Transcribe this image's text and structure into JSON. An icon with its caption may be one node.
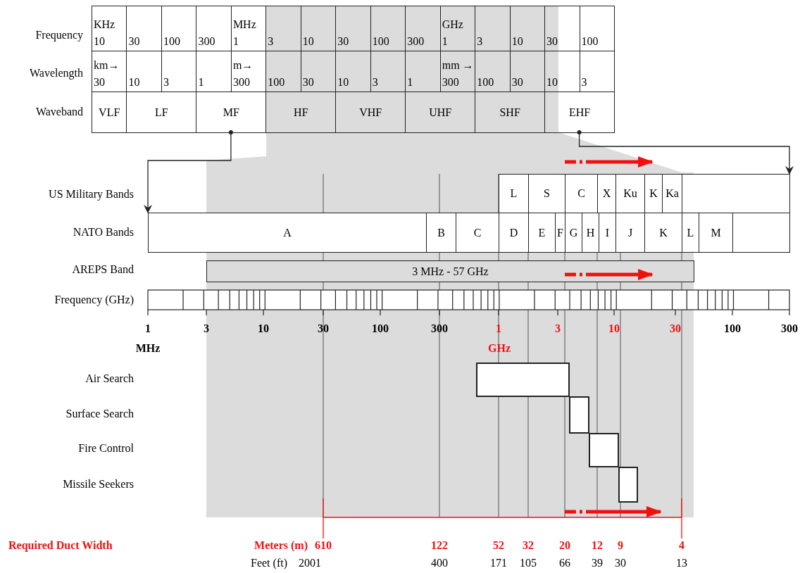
{
  "diagram": {
    "nodes": [
      {
        "text": [
          "KHz",
          "10"
        ]
      },
      {
        "text": [
          "30"
        ]
      },
      {
        "text": [
          "100"
        ]
      },
      {
        "text": [
          "300"
        ]
      },
      {
        "text": [
          "MHz",
          "1"
        ]
      },
      {
        "text": [
          "3"
        ]
      },
      {
        "text": [
          "10"
        ]
      },
      {
        "text": [
          "30"
        ]
      },
      {
        "text": [
          "100"
        ]
      },
      {
        "text": [
          "300"
        ]
      },
      {
        "text": [
          "GHz",
          "1"
        ]
      },
      {
        "text": [
          "3"
        ]
      },
      {
        "text": [
          "10"
        ]
      },
      {
        "text": [
          "30"
        ]
      },
      {
        "text": [
          "100"
        ]
      },
      {
        "text": [
          "km→",
          "30"
        ]
      },
      {
        "text": [
          "10"
        ]
      },
      {
        "text": [
          "3"
        ]
      },
      {
        "text": [
          "1"
        ]
      },
      {
        "text": [
          "m→",
          "300"
        ]
      },
      {
        "text": [
          "100"
        ]
      },
      {
        "text": [
          "30"
        ]
      },
      {
        "text": [
          "10"
        ]
      },
      {
        "text": [
          "3"
        ]
      },
      {
        "text": [
          "1"
        ]
      },
      {
        "text": [
          "mm →",
          "300"
        ]
      },
      {
        "text": [
          "100"
        ]
      },
      {
        "text": [
          "30"
        ]
      },
      {
        "text": [
          "10"
        ]
      },
      {
        "text": [
          "3"
        ]
      },
      {
        "text": [
          "VLF"
        ]
      },
      {
        "text": [
          "LF"
        ]
      },
      {
        "text": [
          "MF"
        ]
      },
      {
        "text": [
          "HF"
        ]
      },
      {
        "text": [
          "VHF"
        ]
      },
      {
        "text": [
          "UHF"
        ]
      },
      {
        "text": [
          "SHF"
        ]
      },
      {
        "text": [
          "EHF"
        ]
      },
      {
        "text": [
          "L"
        ]
      },
      {
        "text": [
          "S"
        ]
      },
      {
        "text": [
          "C"
        ]
      },
      {
        "text": [
          "X"
        ]
      },
      {
        "text": [
          "Ku"
        ]
      },
      {
        "text": [
          "K"
        ]
      },
      {
        "text": [
          "Ka"
        ]
      },
      {
        "text": [],
        "shape": "box"
      },
      {
        "text": [
          "A"
        ]
      },
      {
        "text": [
          "B"
        ]
      },
      {
        "text": [
          "C"
        ]
      },
      {
        "text": [
          "D"
        ]
      },
      {
        "text": [
          "E"
        ]
      },
      {
        "text": [
          "F"
        ]
      },
      {
        "text": [
          "G"
        ]
      },
      {
        "text": [
          "H"
        ]
      },
      {
        "text": [
          "I"
        ]
      },
      {
        "text": [
          "J"
        ]
      },
      {
        "text": [
          "K"
        ]
      },
      {
        "text": [
          "L"
        ]
      },
      {
        "text": [
          "M"
        ]
      },
      {
        "text": [],
        "shape": "box"
      },
      {
        "text": [
          "3 MHz - 57 GHz"
        ]
      },
      {
        "text": [],
        "shape": "bar"
      },
      {
        "text": [],
        "shape": "bar"
      },
      {
        "text": [],
        "shape": "bar"
      },
      {
        "text": [],
        "shape": "bar"
      }
    ],
    "edges": [
      {
        "from": 32,
        "to": 46,
        "arrow": "to"
      },
      {
        "from": 37,
        "to": 45,
        "arrow": "to"
      }
    ],
    "labels": [
      "Frequency",
      "Wavelength",
      "Waveband",
      "US Military Bands",
      "NATO Bands",
      "AREPS Band",
      "Frequency (GHz)",
      "1",
      "3",
      "10",
      "30",
      "100",
      "300",
      "1",
      "3",
      "10",
      "30",
      "100",
      "300",
      "MHz",
      "GHz",
      "Air Search",
      "Surface Search",
      "Fire Control",
      "Missile Seekers",
      "Required Duct Width",
      "Meters (m)",
      "610",
      "122",
      "52",
      "32",
      "20",
      "12",
      "9",
      "4",
      "Feet (ft)",
      "2001",
      "400",
      "171",
      "105",
      "66",
      "39",
      "30",
      "13"
    ]
  }
}
